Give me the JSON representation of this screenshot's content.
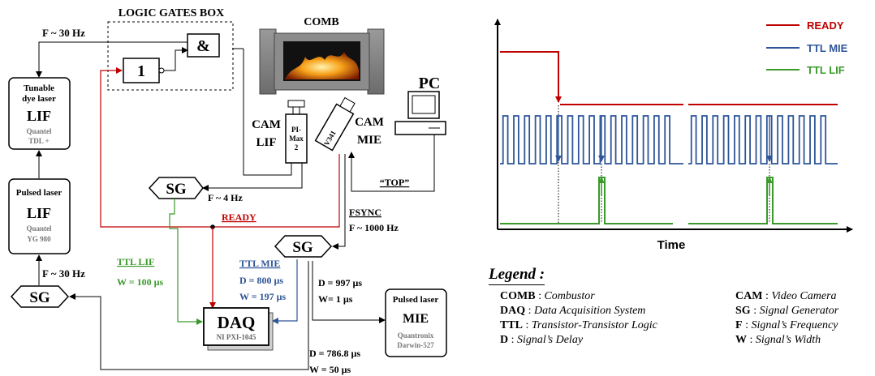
{
  "left_diagram": {
    "logic_box_title": "LOGIC GATES BOX",
    "and_gate": "&",
    "not_gate": "1",
    "comb": "COMB",
    "pc": "PC",
    "tunable_laser": [
      "Tunable",
      "dye laser",
      "LIF",
      "Quantel",
      "TDL +"
    ],
    "pulsed_laser_lif": [
      "Pulsed laser",
      "LIF",
      "Quantel",
      "YG 980"
    ],
    "pulsed_laser_mie": [
      "Pulsed laser",
      "MIE",
      "Quantronix",
      "Darwin-527"
    ],
    "cam_lif": [
      "CAM",
      "LIF"
    ],
    "cam_mie": [
      "CAM",
      "MIE"
    ],
    "pimax": [
      "PI-",
      "Max",
      "2"
    ],
    "v341": "V341",
    "sg": "SG",
    "daq": "DAQ",
    "daq_sub": "NI PXI-1045",
    "f30_top": "F ~ 30 Hz",
    "f30_bottom": "F ~ 30 Hz",
    "f4": "F ~ 4 Hz",
    "ready": "READY",
    "top": "“TOP”",
    "fsync": "FSYNC",
    "f1000": "F ~ 1000 Hz",
    "ttl_lif": "TTL LIF",
    "w100": "W = 100 µs",
    "ttl_mie": "TTL MIE",
    "d800": "D = 800 µs",
    "w197": "W = 197 µs",
    "d997": "D = 997 µs",
    "w1": "W= 1 µs",
    "d786": "D = 786.8 µs",
    "w50": "W = 50 µs"
  },
  "timing": {
    "legend": [
      "READY",
      "TTL MIE",
      "TTL LIF"
    ],
    "xlabel": "Time",
    "colors": {
      "ready": "#c00000",
      "ttl_mie": "#2e5597",
      "ttl_lif": "#3a9a2a"
    }
  },
  "legend": {
    "title": "Legend",
    "left": [
      {
        "key": "COMB",
        "val": "Combustor"
      },
      {
        "key": "DAQ",
        "val": "Data Acquisition System"
      },
      {
        "key": "TTL",
        "val": "Transistor-Transistor Logic"
      },
      {
        "key": "D",
        "val": "Signal’s Delay"
      }
    ],
    "right": [
      {
        "key": "CAM",
        "val": "Video Camera"
      },
      {
        "key": "SG",
        "val": "Signal Generator"
      },
      {
        "key": "F",
        "val": "Signal’s Frequency"
      },
      {
        "key": "W",
        "val": "Signal’s Width"
      }
    ]
  }
}
